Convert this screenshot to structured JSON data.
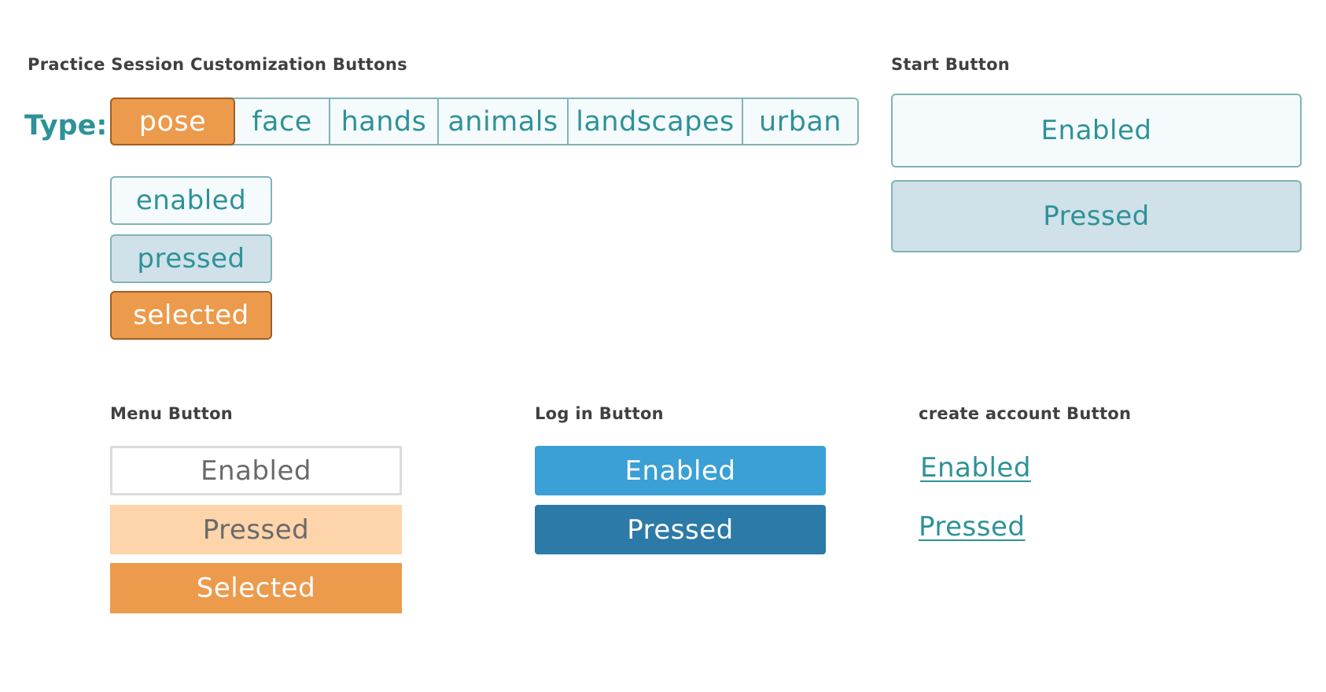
{
  "practice": {
    "heading": "Practice Session Customization Buttons",
    "type_label": "Type:",
    "segments": [
      "pose",
      "face",
      "hands",
      "animals",
      "landscapes",
      "urban"
    ],
    "selected_segment": "pose",
    "states": {
      "enabled": "enabled",
      "pressed": "pressed",
      "selected": "selected"
    }
  },
  "start": {
    "heading": "Start Button",
    "enabled": "Enabled",
    "pressed": "Pressed"
  },
  "menu": {
    "heading": "Menu Button",
    "enabled": "Enabled",
    "pressed": "Pressed",
    "selected": "Selected"
  },
  "login": {
    "heading": "Log in Button",
    "enabled": "Enabled",
    "pressed": "Pressed"
  },
  "create_account": {
    "heading": "create account Button",
    "enabled": "Enabled",
    "pressed": "Pressed"
  },
  "colors": {
    "teal_text": "#2e9298",
    "teal_border": "#82b3b5",
    "enabled_bg": "#f5fbfd",
    "pressed_bg": "#d0e1e9",
    "orange_selected": "#ec9a4b",
    "orange_border": "#a05e26",
    "peach_pressed": "#fed4aa",
    "login_blue": "#3aa0d5",
    "login_blue_pressed": "#2c7aa7",
    "heading_gray": "#404040"
  }
}
